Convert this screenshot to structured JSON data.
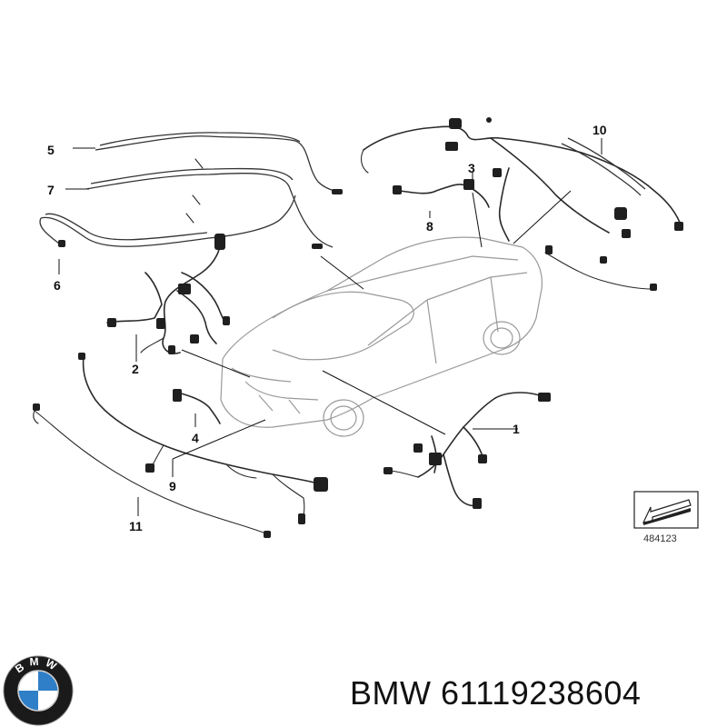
{
  "diagram": {
    "callouts": [
      "1",
      "2",
      "3",
      "4",
      "5",
      "6",
      "7",
      "8",
      "9",
      "10",
      "11"
    ],
    "reference_number": "484123"
  },
  "footer": {
    "brand": "BMW",
    "part_number": "61119238604",
    "text": "BMW 61119238604"
  },
  "logo": {
    "name": "bmw-roundel",
    "letters": "BMW",
    "colors": {
      "ring": "#1a1a1a",
      "blue": "#2f7fc8",
      "white": "#ffffff"
    }
  }
}
